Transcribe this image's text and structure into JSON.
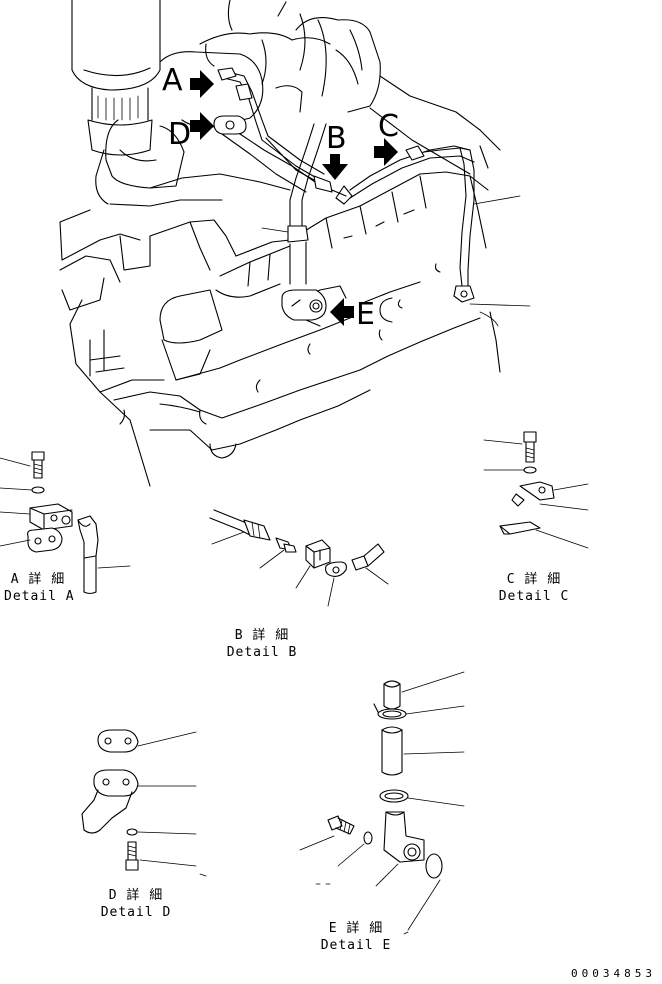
{
  "callouts": {
    "a": "A",
    "b": "B",
    "c": "C",
    "d": "D",
    "e": "E"
  },
  "details": {
    "a": {
      "jp": "A 詳 細",
      "en": "Detail A"
    },
    "b": {
      "jp": "B 詳 細",
      "en": "Detail B"
    },
    "c": {
      "jp": "C 詳 細",
      "en": "Detail C"
    },
    "d": {
      "jp": "D 詳 細",
      "en": "Detail D"
    },
    "e": {
      "jp": "E 詳 細",
      "en": "Detail E"
    }
  },
  "drawing_number": "00034853"
}
